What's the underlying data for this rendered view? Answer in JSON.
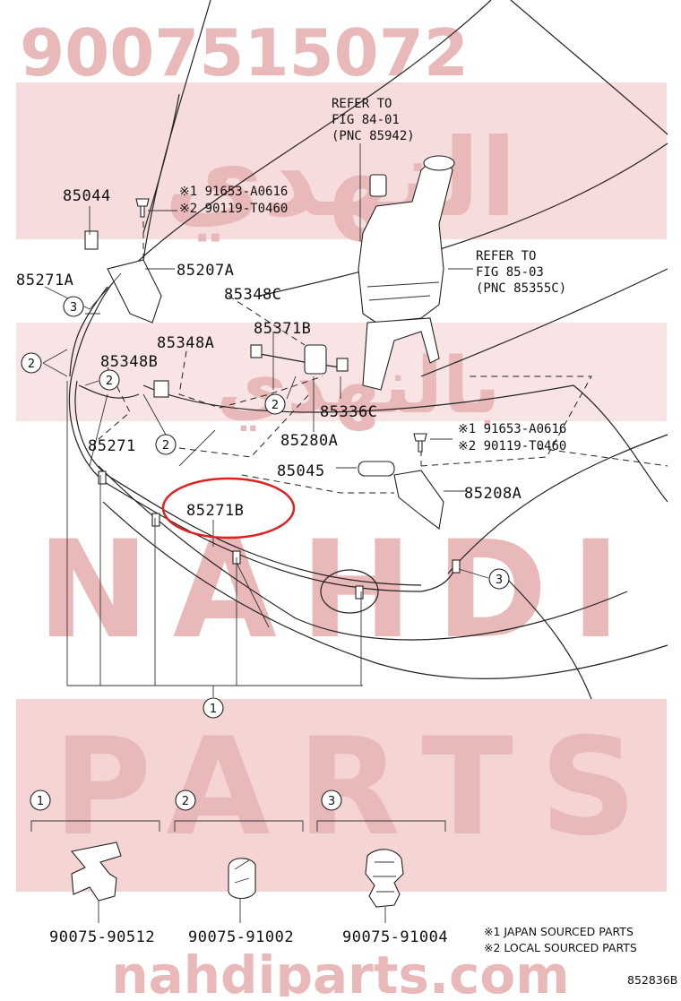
{
  "watermark": {
    "part_number": "9007515072",
    "arabic_top": "النهدي",
    "arabic_mid": "بالنهدي",
    "word_nahdi": "NAHDI",
    "word_parts": "PARTS",
    "site": "nahdiparts.com",
    "color": "#e2a6a6"
  },
  "refs": {
    "ref1_line1": "REFER TO",
    "ref1_line2": "FIG 84-01",
    "ref1_line3": "(PNC 85942)",
    "ref2_line1": "REFER TO",
    "ref2_line2": "FIG 85-03",
    "ref2_line3": "(PNC 85355C)"
  },
  "labels": {
    "p85044": "85044",
    "p85271A": "85271A",
    "p85207A": "85207A",
    "p85348C": "85348C",
    "p85371B": "85371B",
    "p85348A": "85348A",
    "p85348B": "85348B",
    "p85336C": "85336C",
    "p85271": "85271",
    "p85280A": "85280A",
    "p85045": "85045",
    "p85208A": "85208A",
    "p85271B": "85271B",
    "bolt1_japan": "※1 91653-A0616",
    "bolt1_local": "※2 90119-T0460",
    "bolt2_japan": "※1 91653-A0616",
    "bolt2_local": "※2 90119-T0460"
  },
  "callouts": {
    "c1": "1",
    "c2": "2",
    "c3": "3"
  },
  "clips": [
    {
      "callout": "1",
      "part_number": "90075-90512"
    },
    {
      "callout": "2",
      "part_number": "90075-91002"
    },
    {
      "callout": "3",
      "part_number": "90075-91004"
    }
  ],
  "legend": {
    "japan": "※1 JAPAN SOURCED PARTS",
    "local": "※2 LOCAL SOURCED PARTS"
  },
  "diagram_id": "852836B",
  "highlight_color": "#e02020"
}
